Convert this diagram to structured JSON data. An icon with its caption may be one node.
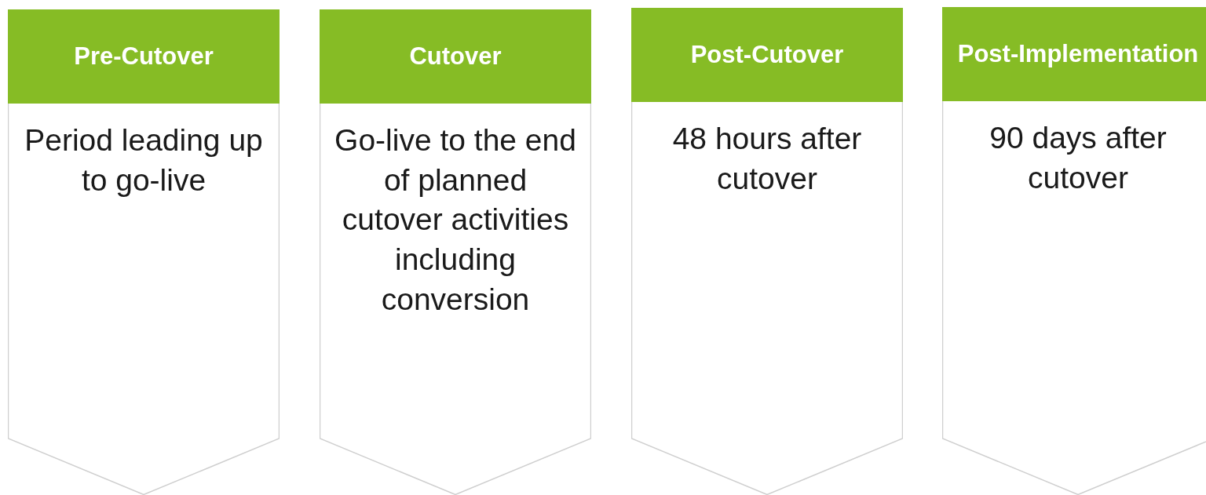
{
  "diagram": {
    "nodes": [
      {
        "text": [
          "Pre-Cutover",
          "Period leading up to go-live"
        ]
      },
      {
        "text": [
          "Cutover",
          "Go-live to the end of planned cutover activities including conversion"
        ]
      },
      {
        "text": [
          "Post-Cutover",
          "48 hours after cutover"
        ]
      },
      {
        "text": [
          "Post-Implementation",
          "90 days after cutover"
        ]
      }
    ]
  }
}
